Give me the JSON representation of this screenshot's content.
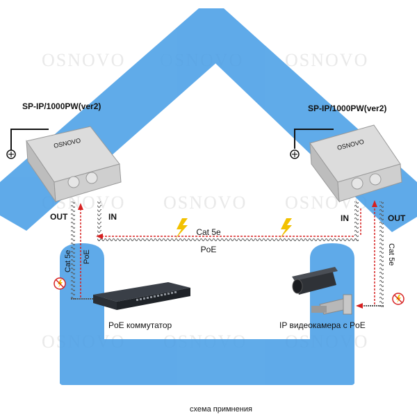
{
  "watermark": "OSNOVO",
  "device_left": {
    "model": "SP-IP/1000PW(ver2)",
    "brand": "OSNOVO",
    "port_out": "OUT",
    "port_in": "IN"
  },
  "device_right": {
    "model": "SP-IP/1000PW(ver2)",
    "brand": "OSNOVO",
    "port_in": "IN",
    "port_out": "OUT"
  },
  "cable_top": {
    "type": "Cat 5e",
    "signal": "PoE"
  },
  "cable_left": {
    "type": "Cat 5e",
    "signal": "PoE"
  },
  "cable_right": {
    "type": "Cat 5e"
  },
  "switch_label": "PoE коммутатор",
  "camera_label": "IP видеокамера с PoE",
  "caption": "схема примнения",
  "colors": {
    "house": "#4a9fe6",
    "cable": "#c0c0c0",
    "poe_line": "#d62020",
    "bolt": "#f2c100"
  }
}
